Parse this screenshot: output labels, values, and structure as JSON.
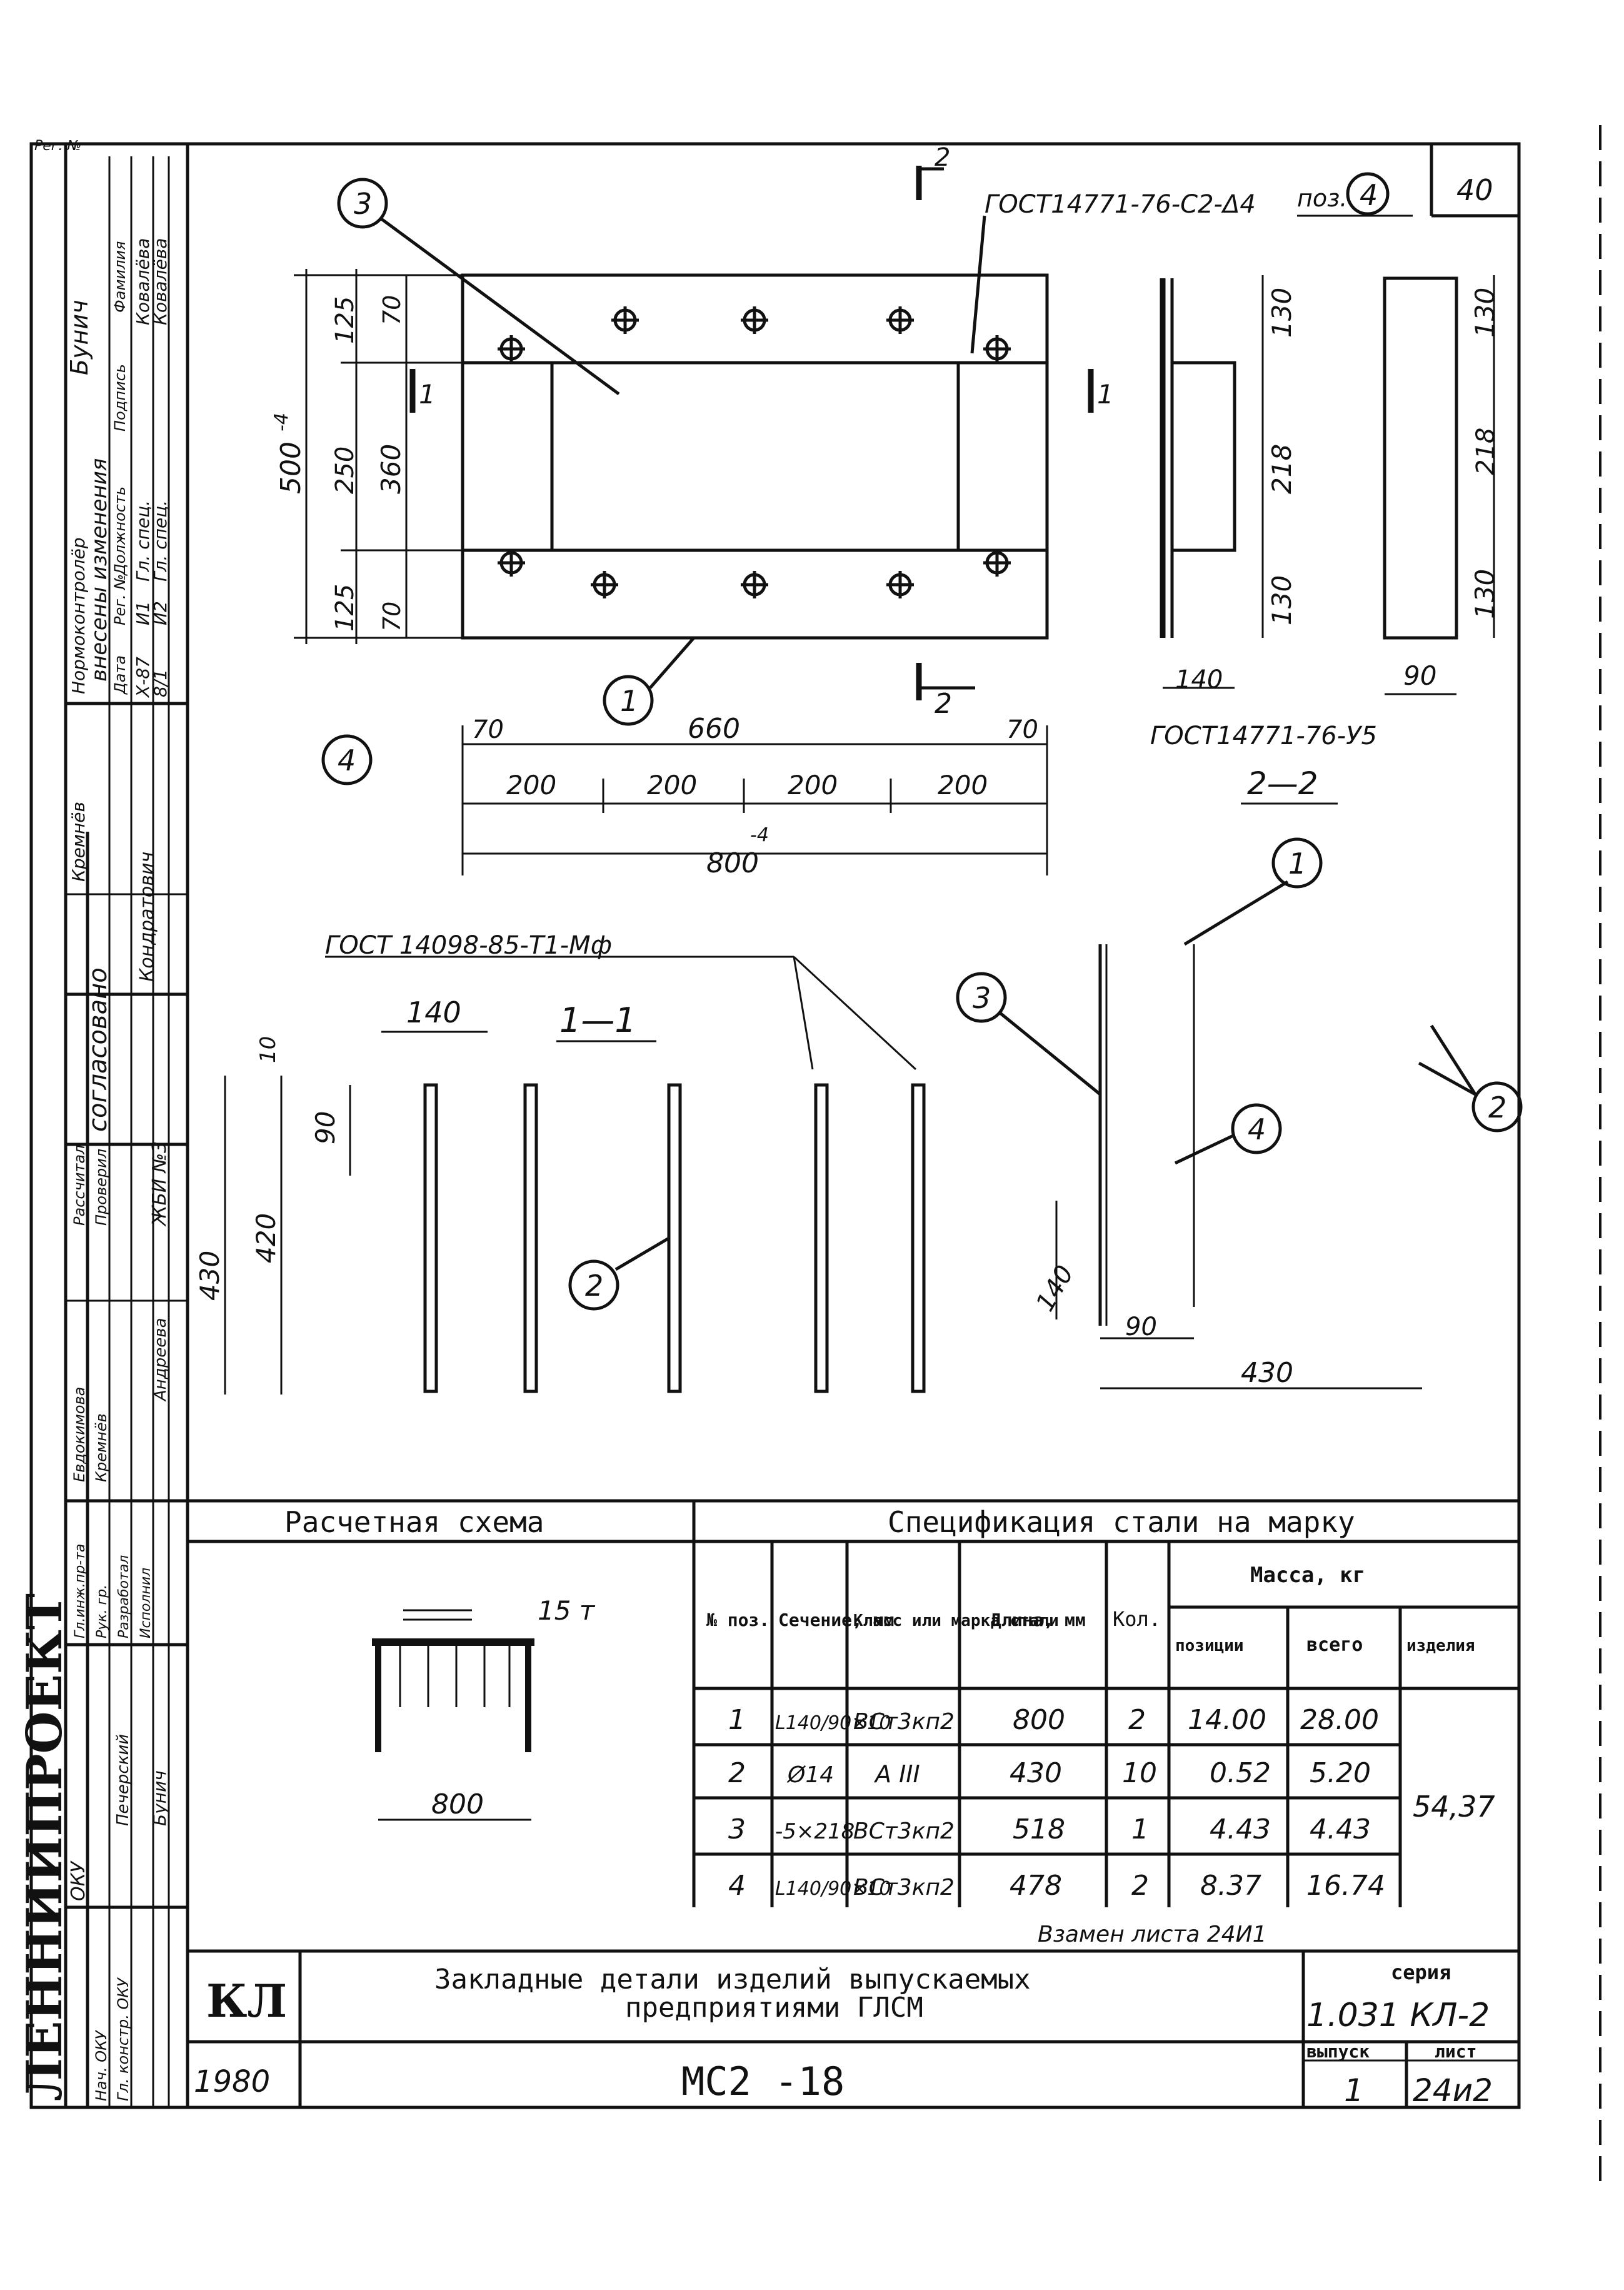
{
  "stamp": {
    "reg_no_label": "Рег. №",
    "org_name": "ЛЕННИИПРОЕКТ",
    "changes_header": "внесены изменения",
    "changes_cols": [
      "Дата",
      "Рег. №",
      "Должность",
      "Подпись",
      "Фамилия"
    ],
    "changes_rows": [
      [
        "Х-87",
        "И1",
        "Гл. спец.",
        "",
        "Ковалёва"
      ],
      [
        "8/1",
        "И2",
        "Гл. спец.",
        "",
        "Ковалёва"
      ]
    ],
    "normcontrol_label": "Нормоконтролёр",
    "normcontrol_name": "Бунич",
    "approved_header": "согласовано",
    "approved_names": [
      "Кремнёв",
      "Кондратович"
    ],
    "roles": [
      "Рассчитал",
      "Проверил"
    ],
    "role_org": "ЖБИ №3",
    "people": [
      "Евдокимова",
      "Кремнёв",
      "Андреева"
    ],
    "signers_roles": [
      "Гл.инж.пр-та",
      "Рук. гр.",
      "Разработал",
      "Исполнил"
    ],
    "bottom_roles": [
      "Нач. ОКУ",
      "Гл. констр. ОКУ"
    ],
    "bottom_names": [
      "ОКУ",
      "Печерский",
      "Бунич"
    ]
  },
  "drawing": {
    "top_gost": "ГОСТ14771-76-С2-Δ4",
    "pos_label": "поз.",
    "pos_number": "4",
    "weight_box": "40",
    "gost_bottom": "ГОСТ14771-76-У5",
    "section_1_1": "1—1",
    "section_2_2": "2—2",
    "section_mark": "2",
    "gost_weld_rods": "ГОСТ 14098-85-Т1-Мф",
    "callouts": [
      "1",
      "2",
      "3",
      "4"
    ],
    "dims_plan": {
      "total_h": "500",
      "total_h_tol": "-4",
      "h250": "250",
      "h360": "360",
      "h125a": "125",
      "h125b": "125",
      "h70a": "70",
      "h70b": "70",
      "w70a": "70",
      "w660": "660",
      "w70b": "70",
      "w200": [
        "200",
        "200",
        "200",
        "200"
      ],
      "w800": "800",
      "w800_tol": "-4"
    },
    "dims_section22": {
      "h130a": "130",
      "h218": "218",
      "h130b": "130",
      "w140": "140",
      "h130c": "130",
      "h218b": "218",
      "h130d": "130",
      "w90": "90"
    },
    "dims_section11": {
      "w140": "140",
      "h10": "10",
      "h90": "90",
      "h420": "420",
      "h430": "430"
    },
    "dims_iso": {
      "h140": "140",
      "w90": "90",
      "w430": "430"
    }
  },
  "calc_scheme": {
    "title": "Расчетная схема",
    "load": "15 т",
    "span": "800"
  },
  "spec": {
    "title": "Спецификация стали на марку",
    "headers": {
      "no": "№ поз.",
      "section": "Сечение, мм",
      "steel": "Класс или марка стали",
      "length": "Длина, мм",
      "qty": "Кол.",
      "mass_group": "Масса, кг",
      "mass_pos": "позиции",
      "mass_total": "всего",
      "mass_item": "изделия"
    },
    "rows": [
      {
        "no": "1",
        "section": "L140/90×10",
        "steel": "ВСт3кп2",
        "length": "800",
        "qty": "2",
        "mass_pos": "14.00",
        "mass_total": "28.00"
      },
      {
        "no": "2",
        "section": "Ø14",
        "steel": "А III",
        "length": "430",
        "qty": "10",
        "mass_pos": "0.52",
        "mass_total": "5.20"
      },
      {
        "no": "3",
        "section": "-5×218",
        "steel": "ВСт3кп2",
        "length": "518",
        "qty": "1",
        "mass_pos": "4.43",
        "mass_total": "4.43"
      },
      {
        "no": "4",
        "section": "L140/90×10",
        "steel": "ВСт3кп2",
        "length": "478",
        "qty": "2",
        "mass_pos": "8.37",
        "mass_total": "16.74"
      }
    ],
    "item_mass": "54,37"
  },
  "replace_note": "Взамен листа 24И1",
  "titleblock": {
    "code": "КЛ",
    "title_line1": "Закладные детали изделий выпускаемых",
    "title_line2": "предприятиями ГЛСМ",
    "year": "1980",
    "mark": "МС2 -18",
    "series_label": "серия",
    "series_value": "1.031 КЛ-2",
    "issue_label": "выпуск",
    "issue_value": "1",
    "sheet_label": "лист",
    "sheet_value": "24и2"
  }
}
